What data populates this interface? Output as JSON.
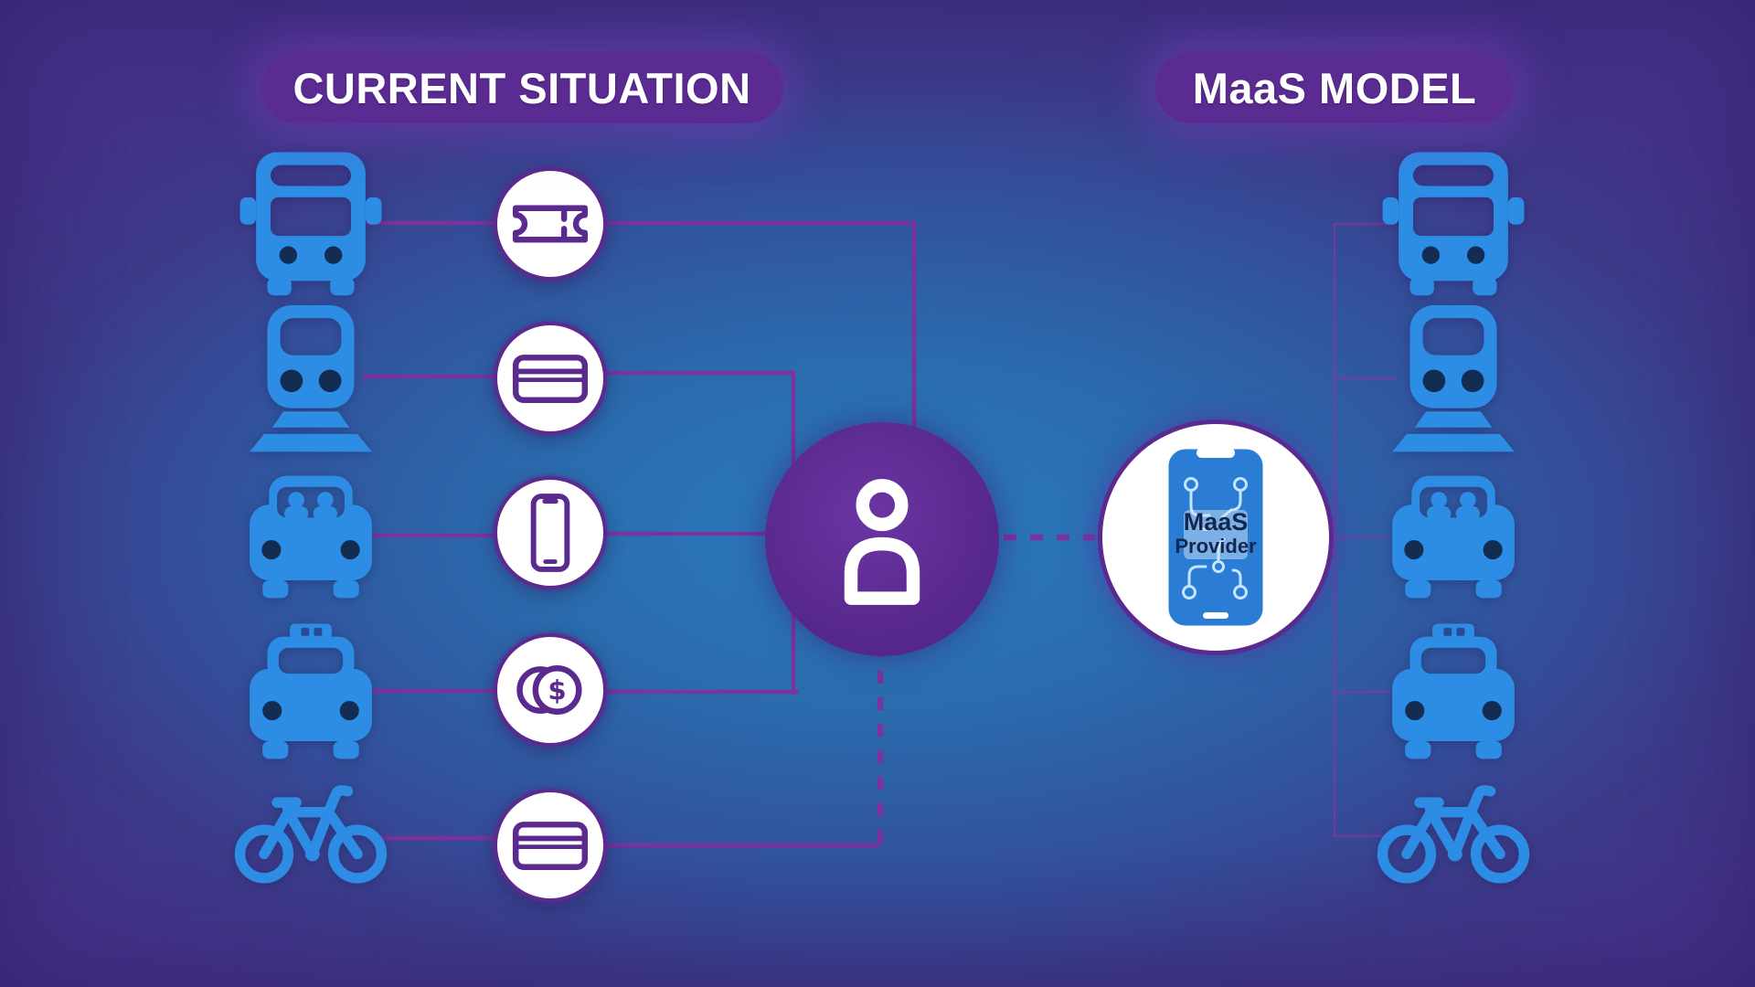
{
  "titles": {
    "left": "CURRENT SITUATION",
    "right": "MaaS MODEL"
  },
  "center_user": {
    "icon": "person-icon"
  },
  "maas_provider": {
    "icon": "smartphone-circuit-icon",
    "line1": "MaaS",
    "line2": "Provider"
  },
  "symbols": {
    "dollar": "$"
  },
  "colors": {
    "transport_blue": "#2d8de4",
    "icon_purple": "#5b2a8e",
    "wire_purple": "#80309c",
    "wire_thin": "#8a35a5",
    "pill_purple": "#5a2b91",
    "person_circle_purple": "#5a2a8f",
    "phone_blue": "#2a7cd4",
    "trace_blue": "#c4e6ff",
    "detail_navy": "#132c52",
    "phone_text_navy": "#13274f"
  },
  "rows": [
    {
      "id": "bus",
      "transport_icon": "bus-icon",
      "payment_icon": "ticket-icon"
    },
    {
      "id": "train",
      "transport_icon": "train-icon",
      "payment_icon": "credit-card-icon"
    },
    {
      "id": "car",
      "transport_icon": "carpool-icon",
      "payment_icon": "smartphone-icon"
    },
    {
      "id": "taxi",
      "transport_icon": "taxi-icon",
      "payment_icon": "coins-icon"
    },
    {
      "id": "bicycle",
      "transport_icon": "bicycle-icon",
      "payment_icon": "credit-card-icon"
    }
  ]
}
